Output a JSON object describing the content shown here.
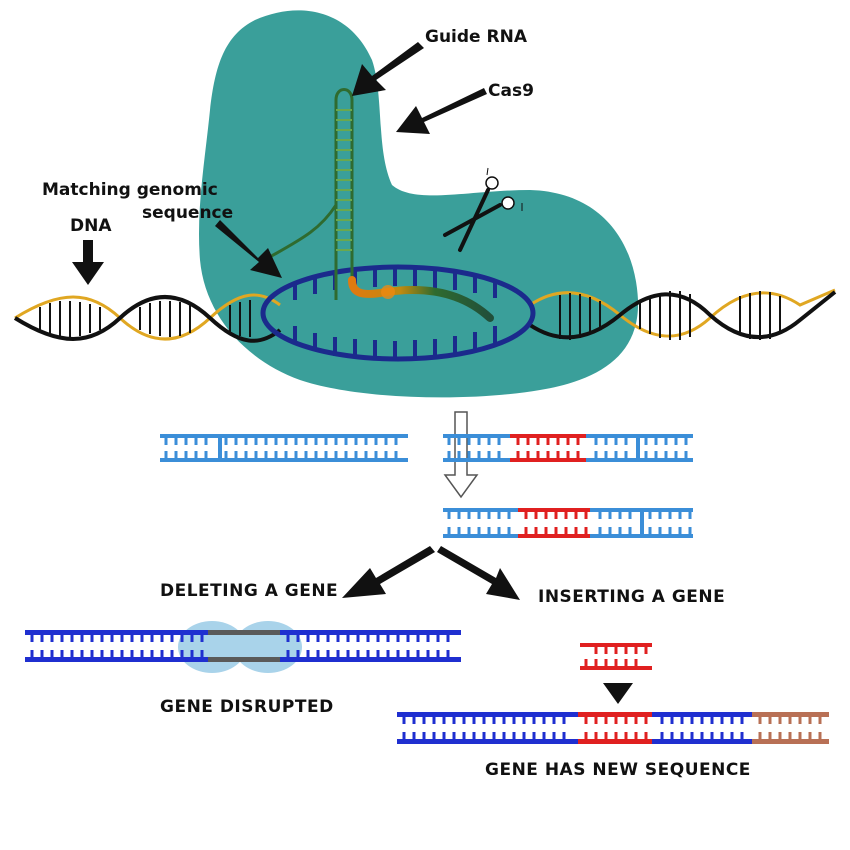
{
  "labels": {
    "guide_rna": "Guide RNA",
    "cas9": "Cas9",
    "matching_line1": "Matching genomic",
    "matching_line2": "sequence",
    "dna": "DNA",
    "deleting": "DELETING A GENE",
    "inserting": "INSERTING A GENE",
    "disrupted": "GENE DISRUPTED",
    "new_sequence": "GENE HAS NEW SEQUENCE"
  },
  "colors": {
    "cas9_protein": "#3a9f9a",
    "dna_strand_black": "#111111",
    "dna_strand_gold": "#e0a722",
    "guide_rna_green": "#2f6b2f",
    "guide_rna_orange": "#e87a10",
    "target_dna_navy": "#1b2a8c",
    "dna_light_blue": "#3b8ed8",
    "dna_dark_blue": "#1f2fd0",
    "insert_red": "#e02020",
    "disrupted_gray": "#5a5a5a",
    "deletion_halo": "#a9d3ea",
    "flank_brown": "#b87055"
  },
  "icons": [
    "scissors-icon",
    "arrow-icon",
    "hollow-down-arrow-icon",
    "triangle-down-icon"
  ]
}
